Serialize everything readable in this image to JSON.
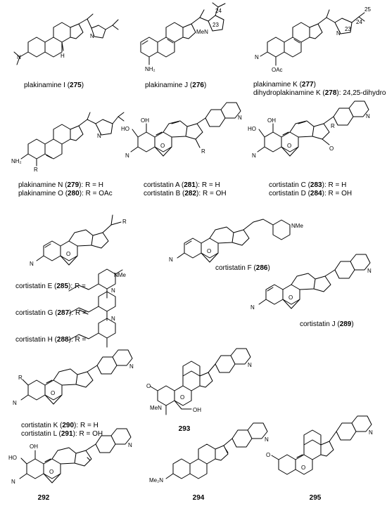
{
  "compounds": [
    {
      "name": "plakinamine I",
      "num": "275",
      "suffix": ""
    },
    {
      "name": "plakinamine J",
      "num": "276",
      "suffix": ""
    },
    {
      "name": "plakinamine K",
      "num": "277",
      "suffix": ""
    },
    {
      "name": "dihydroplakinamine K",
      "num": "278",
      "suffix": ": 24,25-dihydro"
    },
    {
      "name": "plakinamine N",
      "num": "279",
      "suffix": ": R = H"
    },
    {
      "name": "plakinamine O",
      "num": "280",
      "suffix": ": R = OAc"
    },
    {
      "name": "cortistatin A",
      "num": "281",
      "suffix": ": R = H"
    },
    {
      "name": "cortistatin B",
      "num": "282",
      "suffix": ": R = OH"
    },
    {
      "name": "cortistatin C",
      "num": "283",
      "suffix": ": R = H"
    },
    {
      "name": "cortistatin D",
      "num": "284",
      "suffix": ": R = OH"
    },
    {
      "name": "cortistatin E",
      "num": "285",
      "suffix": ": R ="
    },
    {
      "name": "cortistatin F",
      "num": "286",
      "suffix": ""
    },
    {
      "name": "cortistatin G",
      "num": "287",
      "suffix": ": R ="
    },
    {
      "name": "cortistatin H",
      "num": "288",
      "suffix": ": R ="
    },
    {
      "name": "cortistatin J",
      "num": "289",
      "suffix": ""
    },
    {
      "name": "cortistatin K",
      "num": "290",
      "suffix": ": R = H"
    },
    {
      "name": "cortistatin L",
      "num": "291",
      "suffix": ": R = OH"
    }
  ],
  "numbered_only": [
    "293",
    "292",
    "294",
    "295"
  ],
  "atom_labels": {
    "nme2": "N",
    "nh": "N",
    "n": "N",
    "nme": "NMe",
    "mene": "MeN",
    "me2n": "Me₂N",
    "nh2": "NH₂",
    "oac": "OAc",
    "oh": "OH",
    "ho": "HO",
    "o": "O",
    "r": "R",
    "h": "H",
    "n23": "23",
    "n24": "24",
    "n25": "25",
    "menlactam": "MeN"
  }
}
